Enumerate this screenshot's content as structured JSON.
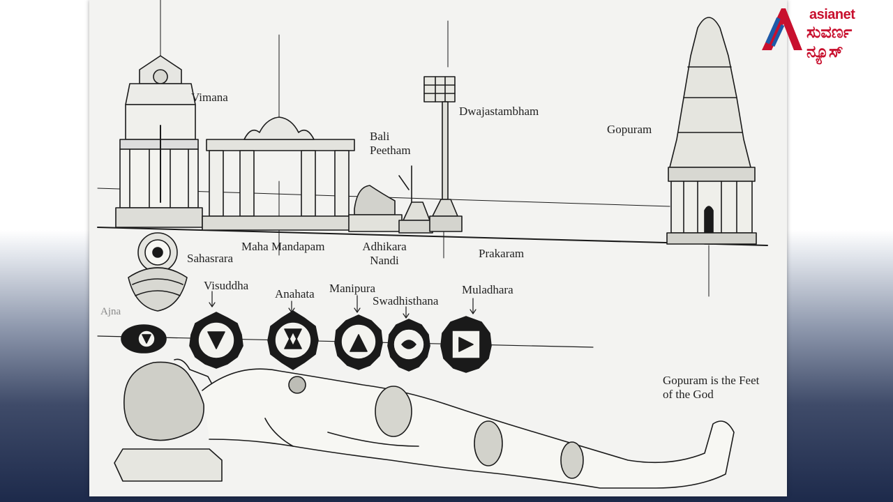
{
  "labels": {
    "vimana": "Vimana",
    "dwajastambham": "Dwajastambham",
    "bali_peetham": "Bali Peetham",
    "gopuram": "Gopuram",
    "maha_mandapam": "Maha Mandapam",
    "adhikara_nandi": "Adhikara Nandi",
    "prakaram": "Prakaram",
    "sahasrara": "Sahasrara",
    "visuddha": "Visuddha",
    "anahata": "Anahata",
    "manipura": "Manipura",
    "swadhisthana": "Swadhisthana",
    "muladhara": "Muladhara",
    "ajna": "Ajna",
    "caption": "Gopuram is the Feet of the God"
  },
  "logo": {
    "brand": "asianet",
    "sub": "ಸುವರ್ಣ ನ್ಯೂಸ್",
    "color": "#c8102e",
    "icon": "asianet-a-logo-icon"
  }
}
